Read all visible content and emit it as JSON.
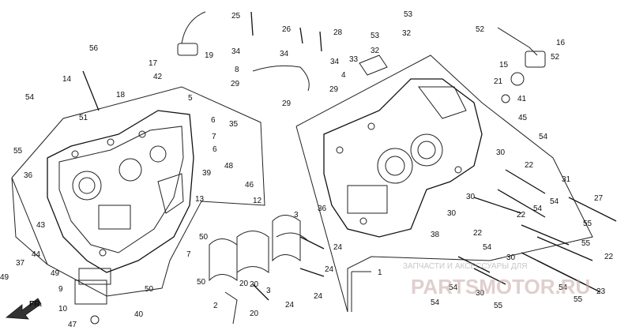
{
  "labels": [
    "1",
    "2",
    "3",
    "3",
    "4",
    "5",
    "6",
    "6",
    "7",
    "7",
    "8",
    "9",
    "10",
    "12",
    "13",
    "14",
    "15",
    "16",
    "17",
    "18",
    "19",
    "20",
    "20",
    "20",
    "21",
    "22",
    "22",
    "22",
    "22",
    "23",
    "24",
    "24",
    "24",
    "24",
    "25",
    "26",
    "27",
    "28",
    "29",
    "29",
    "29",
    "30",
    "30",
    "30",
    "30",
    "30",
    "31",
    "32",
    "32",
    "33",
    "34",
    "34",
    "34",
    "35",
    "36",
    "36",
    "37",
    "38",
    "39",
    "40",
    "41",
    "42",
    "43",
    "44",
    "45",
    "46",
    "47",
    "48",
    "49",
    "49",
    "50",
    "50",
    "50",
    "51",
    "52",
    "52",
    "53",
    "53",
    "54",
    "54",
    "54",
    "54",
    "54",
    "54",
    "54",
    "54",
    "55",
    "55",
    "55",
    "55",
    "55",
    "56"
  ],
  "direction": "FR.",
  "watermark": {
    "top": "ЗАПЧАСТИ И АКСЕССУАРЫ ДЛЯ",
    "brand": "PARTSMOTOR.RU"
  }
}
